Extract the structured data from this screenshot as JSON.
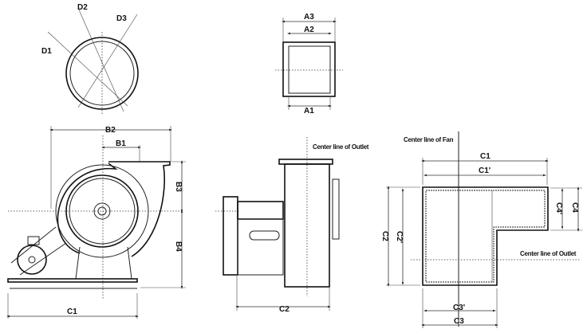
{
  "inlet_view": {
    "d1": "D1",
    "d2": "D2",
    "d3": "D3"
  },
  "outlet_flange_view": {
    "a1": "A1",
    "a2": "A2",
    "a3": "A3"
  },
  "side_view": {
    "b1": "B1",
    "b2": "B2",
    "b3": "B3",
    "b4": "B4",
    "c1": "C1"
  },
  "front_view": {
    "centerline_outlet": "Center line of Outlet",
    "c2": "C2"
  },
  "plan_view": {
    "centerline_fan": "Center line of Fan",
    "centerline_outlet": "Center line of Outlet",
    "c1": "C1",
    "c1p": "C1'",
    "c2": "C2",
    "c2p": "C2'",
    "c3": "C3",
    "c3p": "C3'",
    "c4": "C4",
    "c4p": "C4'"
  }
}
